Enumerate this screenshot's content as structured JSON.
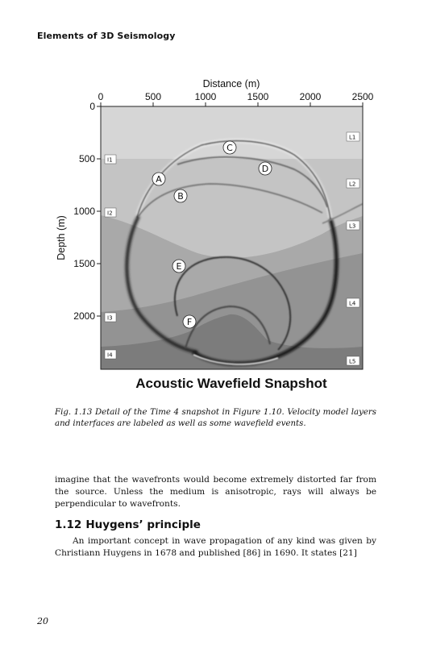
{
  "running_head": "Elements of 3D Seismology",
  "figure": {
    "title": "Acoustic Wavefield Snapshot",
    "xlabel": "Distance (m)",
    "ylabel": "Depth (m)",
    "x_ticks": [
      "0",
      "500",
      "1000",
      "1500",
      "2000",
      "2500"
    ],
    "y_ticks": [
      "0",
      "500",
      "1000",
      "1500",
      "2000"
    ],
    "interface_labels": [
      "I1",
      "I2",
      "I3",
      "I4"
    ],
    "layer_labels": [
      "L1",
      "L2",
      "L3",
      "L4",
      "L5"
    ],
    "event_labels": [
      "A",
      "B",
      "C",
      "D",
      "E",
      "F"
    ],
    "colors": {
      "L1": "#d6d6d6",
      "L2": "#c3c3c3",
      "L3": "#a9a9a9",
      "L4": "#8f8f8f",
      "L5": "#7a7a7a"
    }
  },
  "chart_data": {
    "type": "heatmap",
    "title": "Acoustic Wavefield Snapshot",
    "xlabel": "Distance (m)",
    "ylabel": "Depth (m)",
    "xlim": [
      0,
      2500
    ],
    "ylim": [
      0,
      2450
    ],
    "x_ticks": [
      0,
      500,
      1000,
      1500,
      2000,
      2500
    ],
    "y_ticks": [
      0,
      500,
      1000,
      1500,
      2000
    ],
    "y_axis_inverted": true
  },
  "caption": "Fig. 1.13 Detail of the Time 4 snapshot in Figure 1.10. Velocity model layers and interfaces are labeled as well as some wavefield events.",
  "paragraph_1": "imagine that the wavefronts would become extremely distorted far from the source. Unless the medium is anisotropic, rays will always be perpendicular to wavefronts.",
  "section": {
    "number": "1.12",
    "title": "Huygens’ principle"
  },
  "paragraph_2": "An important concept in wave propagation of any kind was given by Christiann Huygens in 1678 and published [86] in 1690. It states [21]",
  "page_number": "20"
}
